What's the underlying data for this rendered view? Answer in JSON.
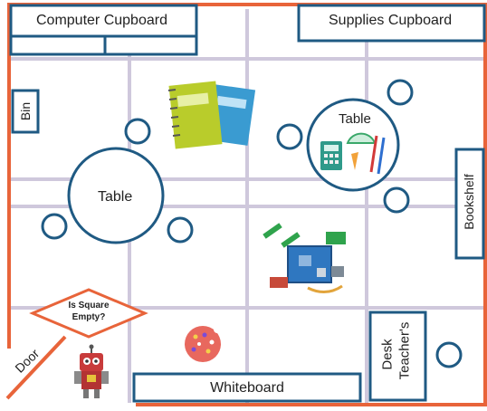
{
  "room": {
    "computer_cupboard": "Computer Cupboard",
    "supplies_cupboard": "Supplies Cupboard",
    "bin": "Bin",
    "table_left": "Table",
    "table_right": "Table",
    "bookshelf": "Bookshelf",
    "decision_line1": "Is Square",
    "decision_line2": "Empty?",
    "door": "Door",
    "whiteboard": "Whiteboard",
    "teachers_desk_line1": "Teacher's",
    "teachers_desk_line2": "Desk"
  },
  "colors": {
    "wall": "#e8643a",
    "furniture": "#1f5a83",
    "grid": "#cfc8dc"
  }
}
